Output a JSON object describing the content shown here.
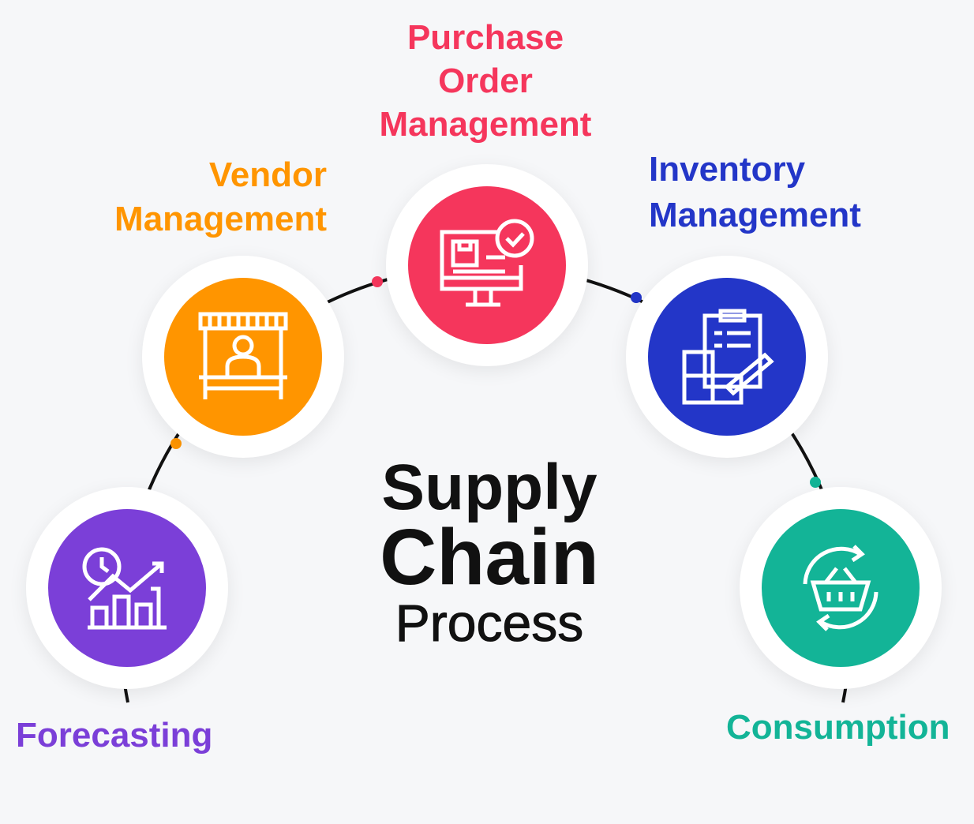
{
  "title": {
    "line1": "Supply",
    "line2": "Chain",
    "line3": "Process"
  },
  "steps": [
    {
      "label": "Forecasting",
      "color": "#7b3fd8",
      "icon": "forecast-chart-icon"
    },
    {
      "label": "Vendor Management",
      "color": "#ff9500",
      "icon": "vendor-stall-icon"
    },
    {
      "label": "Purchase Order Management",
      "color": "#f5365c",
      "icon": "purchase-order-monitor-icon"
    },
    {
      "label": "Inventory Management",
      "color": "#2336c8",
      "icon": "inventory-clipboard-icon"
    },
    {
      "label": "Consumption",
      "color": "#13b497",
      "icon": "basket-cycle-icon"
    }
  ],
  "labels": {
    "forecasting": "Forecasting",
    "vendor": [
      "Vendor",
      "Management"
    ],
    "po": [
      "Purchase",
      "Order",
      "Management"
    ],
    "inventory": [
      "Inventory",
      "Management"
    ],
    "consumption": "Consumption"
  }
}
